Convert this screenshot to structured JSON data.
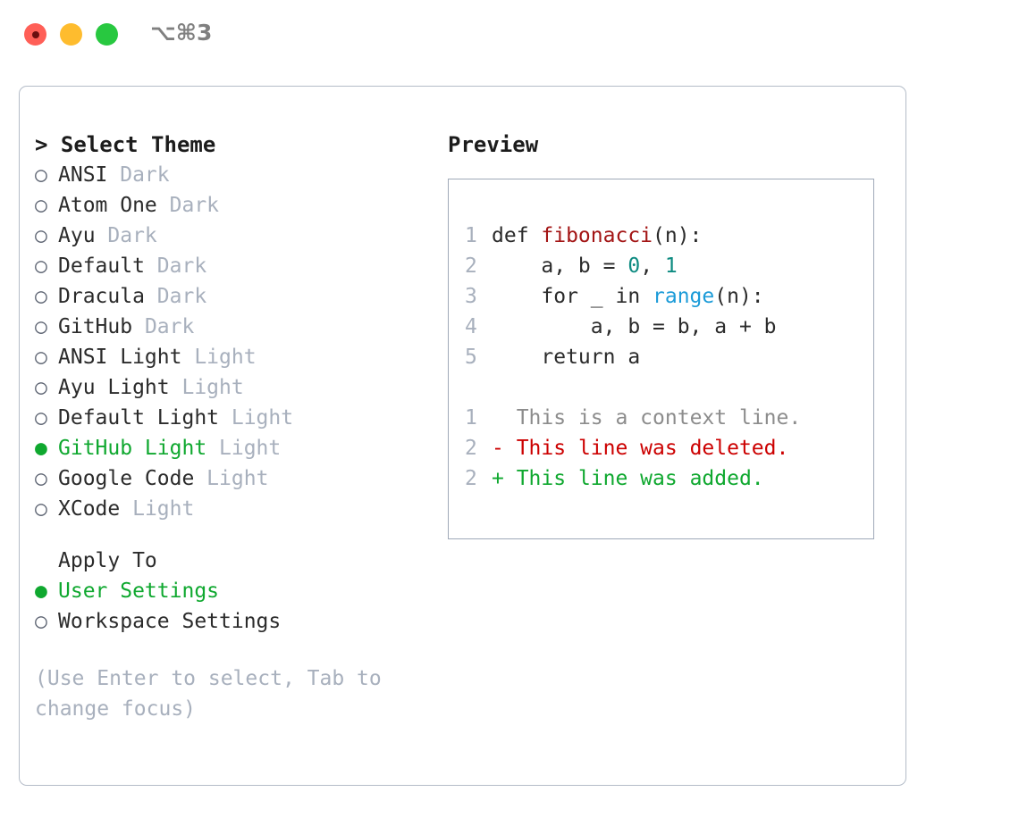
{
  "titlebar": {
    "shortcut": "⌥⌘3",
    "lights": [
      {
        "name": "close",
        "color": "#ff5f57"
      },
      {
        "name": "minimize",
        "color": "#febc2e"
      },
      {
        "name": "maximize",
        "color": "#28c840"
      }
    ]
  },
  "theme_picker": {
    "header": "> Select Theme",
    "bullet_unselected": "○",
    "bullet_selected": "●",
    "accent_color": "#0fa82f",
    "items": [
      {
        "bullet": "○",
        "name": "ANSI",
        "tag": "Dark",
        "selected": false
      },
      {
        "bullet": "○",
        "name": "Atom One",
        "tag": "Dark",
        "selected": false
      },
      {
        "bullet": "○",
        "name": "Ayu",
        "tag": "Dark",
        "selected": false
      },
      {
        "bullet": "○",
        "name": "Default",
        "tag": "Dark",
        "selected": false
      },
      {
        "bullet": "○",
        "name": "Dracula",
        "tag": "Dark",
        "selected": false
      },
      {
        "bullet": "○",
        "name": "GitHub",
        "tag": "Dark",
        "selected": false
      },
      {
        "bullet": "○",
        "name": "ANSI Light",
        "tag": "Light",
        "selected": false
      },
      {
        "bullet": "○",
        "name": "Ayu Light",
        "tag": "Light",
        "selected": false
      },
      {
        "bullet": "○",
        "name": "Default Light",
        "tag": "Light",
        "selected": false
      },
      {
        "bullet": "●",
        "name": "GitHub Light",
        "tag": "Light",
        "selected": true
      },
      {
        "bullet": "○",
        "name": "Google Code",
        "tag": "Light",
        "selected": false
      },
      {
        "bullet": "○",
        "name": "XCode",
        "tag": "Light",
        "selected": false
      }
    ]
  },
  "apply_to": {
    "label": "Apply To",
    "options": [
      {
        "bullet": "●",
        "name": "User Settings",
        "selected": true
      },
      {
        "bullet": "○",
        "name": "Workspace Settings",
        "selected": false
      }
    ]
  },
  "hint": "(Use Enter to select, Tab to change focus)",
  "preview": {
    "title": "Preview",
    "code_lines": [
      {
        "num": "1",
        "segments": [
          {
            "text": "def ",
            "style": "plain"
          },
          {
            "text": "fibonacci",
            "style": "fn"
          },
          {
            "text": "(n):",
            "style": "plain"
          }
        ]
      },
      {
        "num": "2",
        "segments": [
          {
            "text": "    a, b = ",
            "style": "plain"
          },
          {
            "text": "0",
            "style": "num"
          },
          {
            "text": ", ",
            "style": "plain"
          },
          {
            "text": "1",
            "style": "num"
          }
        ]
      },
      {
        "num": "3",
        "segments": [
          {
            "text": "    for _ in ",
            "style": "plain"
          },
          {
            "text": "range",
            "style": "call"
          },
          {
            "text": "(n):",
            "style": "plain"
          }
        ]
      },
      {
        "num": "4",
        "segments": [
          {
            "text": "        a, b = b, a + b",
            "style": "plain"
          }
        ]
      },
      {
        "num": "5",
        "segments": [
          {
            "text": "    return a",
            "style": "plain"
          }
        ]
      }
    ],
    "diff_lines": [
      {
        "num": "1",
        "marker": " ",
        "text": " This is a context line.",
        "kind": "context"
      },
      {
        "num": "2",
        "marker": "-",
        "text": " This line was deleted.",
        "kind": "deleted"
      },
      {
        "num": "2",
        "marker": "+",
        "text": " This line was added.",
        "kind": "added"
      }
    ],
    "colors": {
      "function": "#a31515",
      "number": "#0e8b81",
      "call": "#1b9bd8",
      "context": "#8c8c8c",
      "deleted": "#cc0000",
      "added": "#0fa82f",
      "line_number": "#a8b0bd"
    }
  }
}
